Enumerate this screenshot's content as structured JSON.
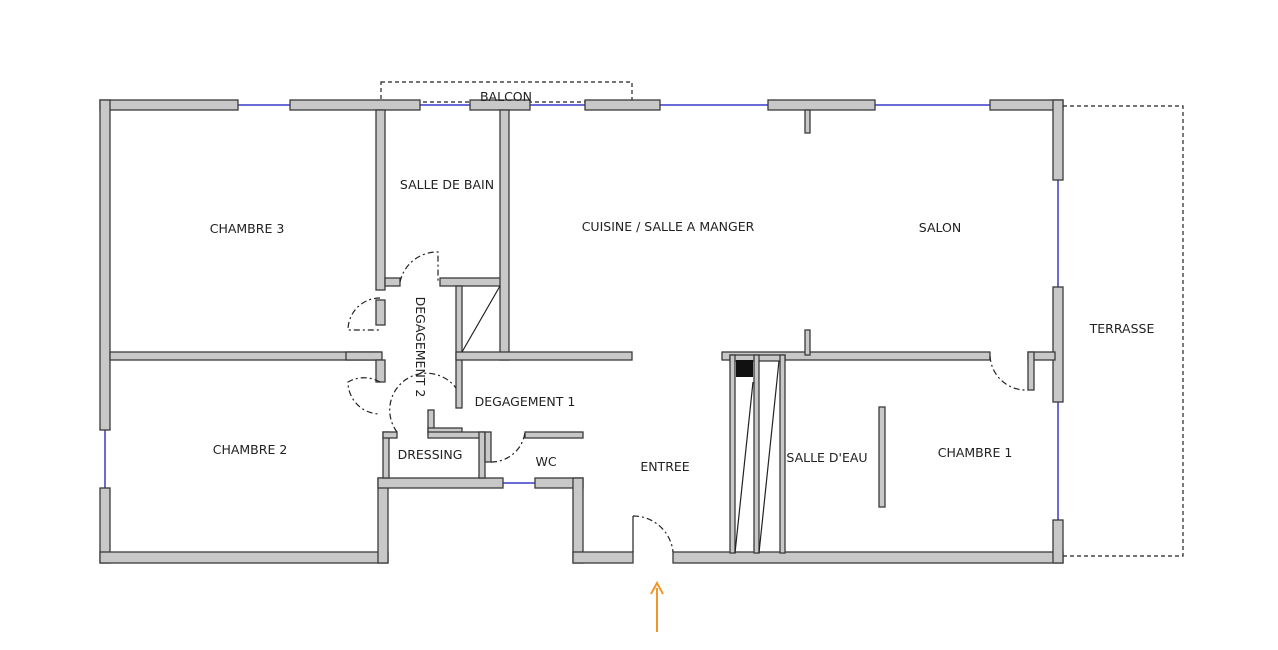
{
  "plan": {
    "rooms": {
      "balcon": "BALCON",
      "chambre3": "CHAMBRE 3",
      "salle_de_bain": "SALLE DE BAIN",
      "cuisine": "CUISINE / SALLE A MANGER",
      "salon": "SALON",
      "terrasse": "TERRASSE",
      "degagement2": "DEGAGEMENT 2",
      "degagement1": "DEGAGEMENT 1",
      "chambre2": "CHAMBRE 2",
      "dressing": "DRESSING",
      "wc": "WC",
      "entree": "ENTREE",
      "salle_deau": "SALLE D'EAU",
      "chambre1": "CHAMBRE 1"
    },
    "colors": {
      "wall": "#c8c8c8",
      "window": "#6b6bd6",
      "entry_arrow": "#f0962a"
    }
  }
}
